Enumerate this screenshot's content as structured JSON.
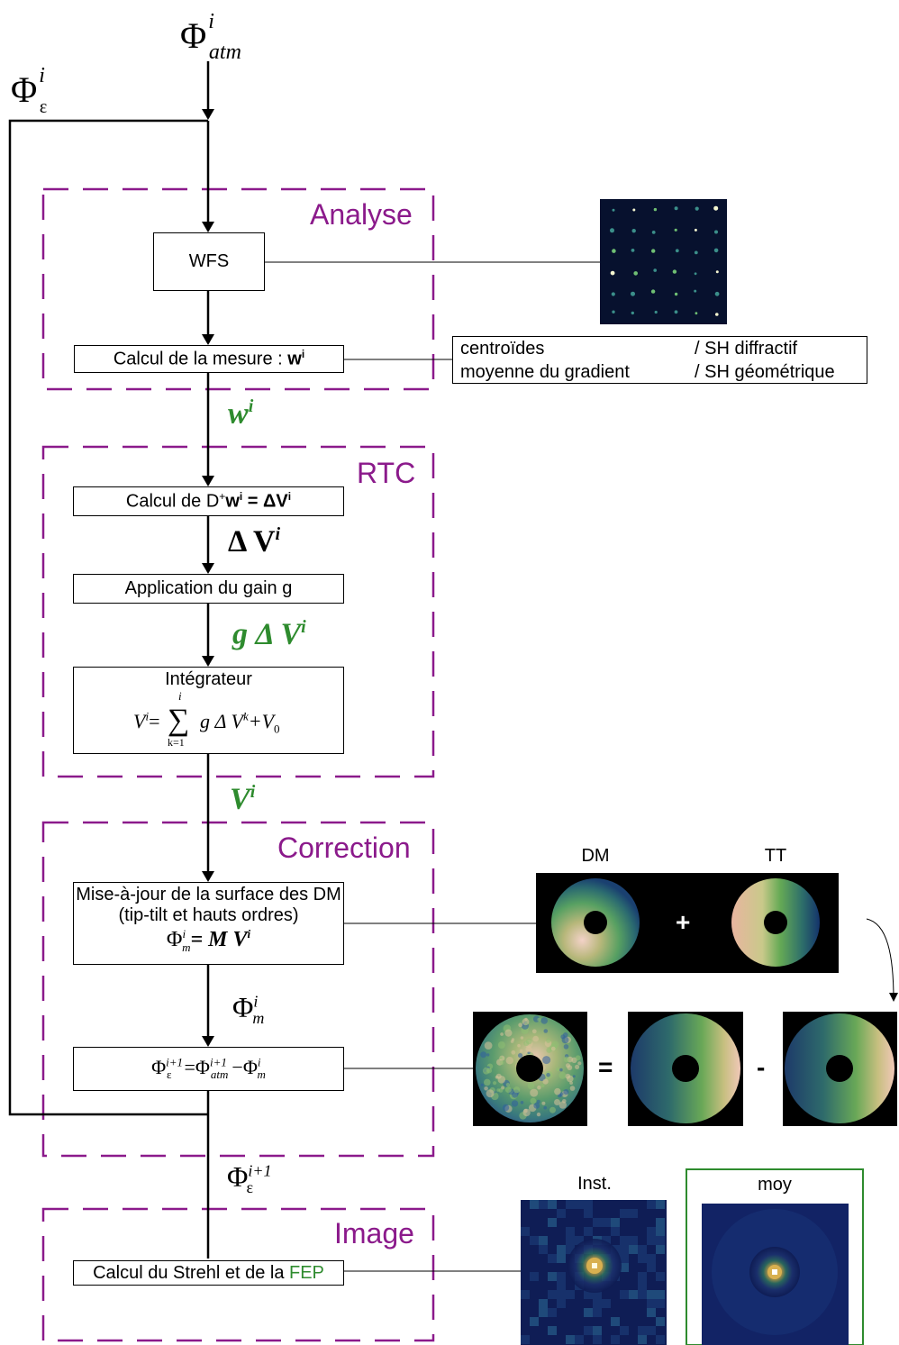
{
  "inputs": {
    "phi_atm_base": "Φ",
    "phi_atm_sup": "i",
    "phi_atm_sub": "atm",
    "phi_eps_base": "Φ",
    "phi_eps_sup": "i",
    "phi_eps_sub": "ε"
  },
  "sections": {
    "analyse": "Analyse",
    "rtc": "RTC",
    "correction": "Correction",
    "image": "Image"
  },
  "boxes": {
    "wfs": "WFS",
    "calcul_mesure": "Calcul de la mesure : ",
    "calcul_mesure_w": "w",
    "calcul_mesure_sup": "i",
    "calcul_D_prefix": "Calcul de D",
    "calcul_D_plus": "+",
    "calcul_D_w": "w",
    "calcul_D_sup": "i",
    "calcul_D_eq": " = ΔV",
    "calcul_D_sup2": "i",
    "gain": "Application du gain g",
    "integrateur": "Intégrateur",
    "int_formula_lhs": "V",
    "int_formula_sup": "i",
    "int_formula_eq": "=",
    "int_sum": "∑",
    "int_sum_top": "i",
    "int_sum_bottom": "k=1",
    "int_formula_rhs": "g Δ V",
    "int_formula_rhs_sup": "k",
    "int_formula_plus": "+V",
    "int_formula_sub0": "0",
    "mise_a_jour": "Mise-à-jour de la surface des DM (tip-tilt et hauts ordres)",
    "dm_formula": "Φ",
    "dm_formula_sup": "i",
    "dm_formula_sub": "m",
    "dm_formula_rhs": "= M V",
    "dm_formula_rhs_sup": "i",
    "res_lhs": "Φ",
    "res_lhs_sup": "i+1",
    "res_lhs_sub": "ε",
    "res_eq": "=Φ",
    "res_atm_sup": "i+1",
    "res_atm_sub": "atm",
    "res_minus": "−Φ",
    "res_m_sup": "i",
    "res_m_sub": "m",
    "strehl_prefix": "Calcul du Strehl et de la ",
    "strehl_fep": "FEP"
  },
  "signals": {
    "w": "w",
    "w_sup": "i",
    "dv": "Δ V",
    "dv_sup": "i",
    "gdv": "g Δ V",
    "gdv_sup": "i",
    "v": "V",
    "v_sup": "i",
    "phim": "Φ",
    "phim_sup": "i",
    "phim_sub": "m",
    "phieps": "Φ",
    "phieps_sup": "i+1",
    "phieps_sub": "ε"
  },
  "legend": {
    "rows": [
      {
        "left": "centroïdes",
        "right": "/ SH diffractif"
      },
      {
        "left": "moyenne du gradient",
        "right": "/ SH géométrique"
      }
    ]
  },
  "images": {
    "dm_label": "DM",
    "tt_label": "TT",
    "plus": "+",
    "equals": "=",
    "minus": "-",
    "inst_label": "Inst.",
    "moy_label": "moy"
  },
  "colors": {
    "section": "#8B1A8B",
    "signal_green": "#2E8B2E",
    "frame_green": "#2E8B2E"
  }
}
